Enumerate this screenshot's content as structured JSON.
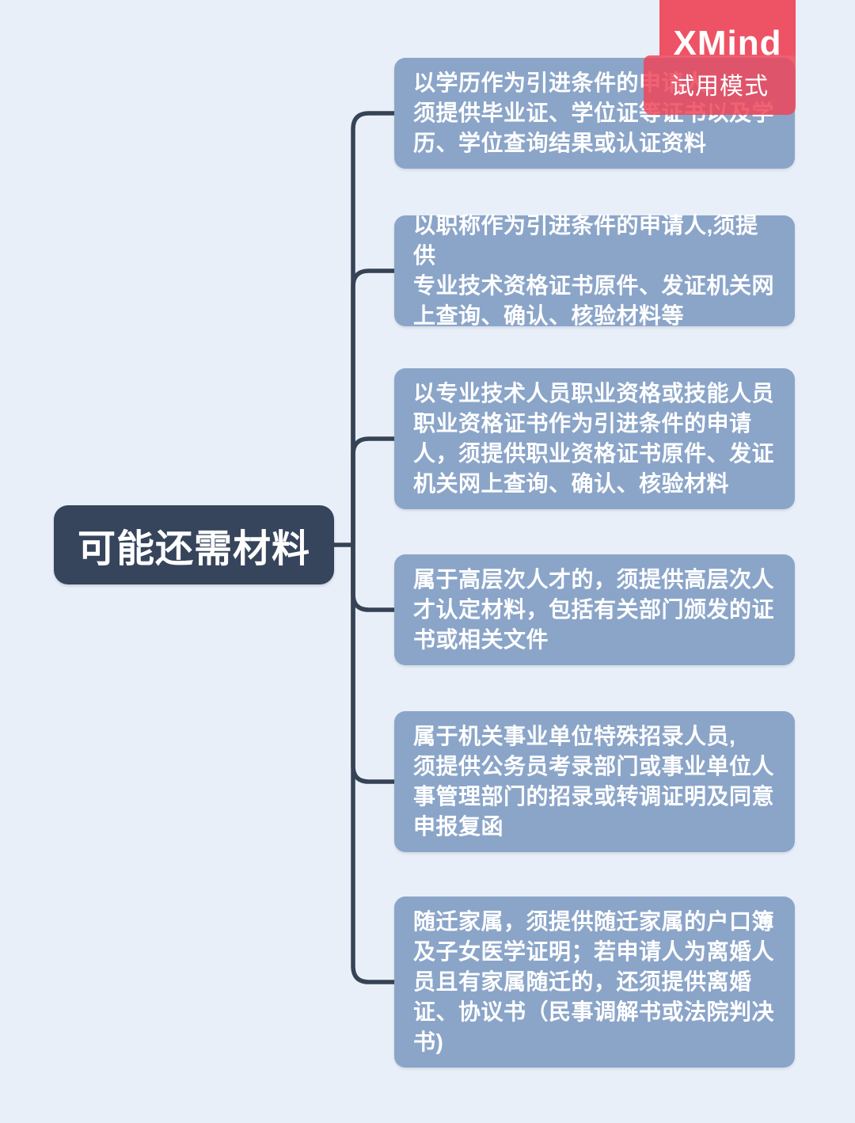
{
  "app": {
    "watermark_brand": "XMind",
    "watermark_mode": "试用模式"
  },
  "colors": {
    "canvas-bg": "#e9eff8",
    "topic-blue": "#8ba5c9",
    "central-navy": "#36455c",
    "connector": "#364355",
    "watermark-red": "#ee4458",
    "topic-text": "#ffffff"
  },
  "mindmap": {
    "central": {
      "label": "可能还需材料"
    },
    "topics": [
      {
        "text": "以学历作为引进条件的申请人,\n须提供毕业证、学位证等证书以及学\n历、学位查询结果或认证资料"
      },
      {
        "text": "以职称作为引进条件的申请人,须提供\n专业技术资格证书原件、发证机关网\n上查询、确认、核验材料等"
      },
      {
        "text": "以专业技术人员职业资格或技能人员\n职业资格证书作为引进条件的申请\n人，须提供职业资格证书原件、发证\n机关网上查询、确认、核验材料"
      },
      {
        "text": "属于高层次人才的，须提供高层次人\n才认定材料，包括有关部门颁发的证\n书或相关文件"
      },
      {
        "text": "属于机关事业单位特殊招录人员,\n须提供公务员考录部门或事业单位人\n事管理部门的招录或转调证明及同意\n申报复函"
      },
      {
        "text": "随迁家属，须提供随迁家属的户口簿\n及子女医学证明；若申请人为离婚人\n员且有家属随迁的，还须提供离婚\n证、协议书（民事调解书或法院判决\n书)"
      }
    ]
  }
}
